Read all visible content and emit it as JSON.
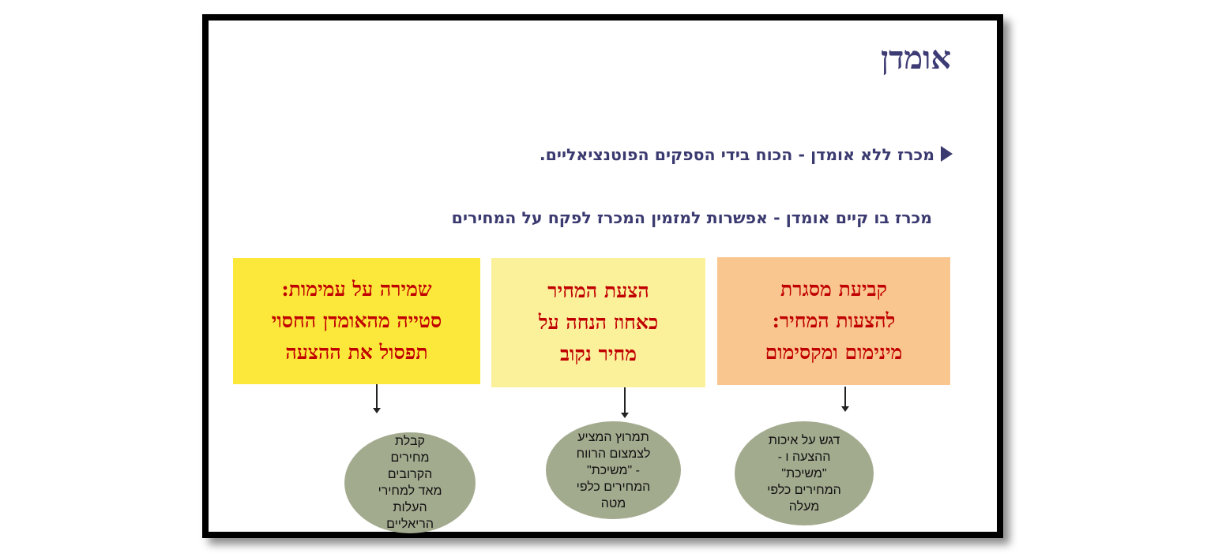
{
  "slide": {
    "title": "אומדן",
    "bullet_1": "מכרז ללא אומדן - הכוח בידי הספקים הפוטנציאליים.",
    "bullet_2": "מכרז בו קיים אומדן - אפשרות למזמין המכרז לפקח על המחירים",
    "boxes": [
      {
        "lines": [
          "קביעת מסגרת",
          "להצעות המחיר:",
          "מינימום ומקסימום"
        ],
        "color": "#f9c68f"
      },
      {
        "lines": [
          "הצעת המחיר",
          "כאחוז הנחה על",
          "מחיר נקוב"
        ],
        "color": "#fcf19b"
      },
      {
        "lines": [
          "שמירה על עמימות:",
          "סטייה מהאומדן החסוי",
          "תפסול את ההצעה"
        ],
        "color": "#fbe83b"
      }
    ],
    "ellipses": [
      {
        "lines": [
          "דגש על איכות",
          "ההצעה ו -",
          "\"משיכת\"",
          "המחירים כלפי",
          "מעלה"
        ]
      },
      {
        "lines": [
          "תמרוץ המציע",
          "לצמצום הרווח",
          "- \"משיכת\"",
          "המחירים כלפי",
          "מטה"
        ]
      },
      {
        "lines": [
          "קבלת",
          "מחירים",
          "הקרובים",
          "מאד למחירי",
          "העלות",
          "הריאליים"
        ]
      }
    ],
    "colors": {
      "title": "#3d3b74",
      "box_text": "#c00000",
      "ellipse_fill": "#a3ab8f"
    }
  }
}
